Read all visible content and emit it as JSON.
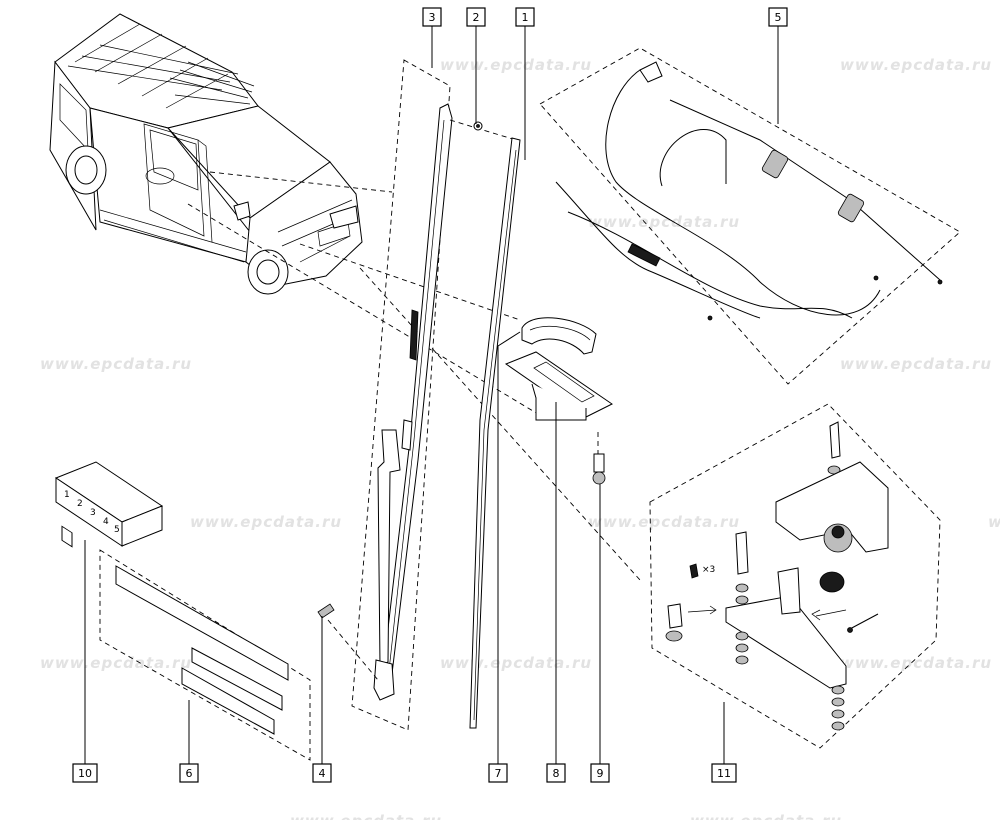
{
  "watermark": "www.epcdata.ru",
  "callouts": [
    {
      "id": "c1",
      "label": "1"
    },
    {
      "id": "c2",
      "label": "2"
    },
    {
      "id": "c3",
      "label": "3"
    },
    {
      "id": "c4",
      "label": "4"
    },
    {
      "id": "c5",
      "label": "5"
    },
    {
      "id": "c6",
      "label": "6"
    },
    {
      "id": "c7",
      "label": "7"
    },
    {
      "id": "c8",
      "label": "8"
    },
    {
      "id": "c9",
      "label": "9"
    },
    {
      "id": "c10",
      "label": "10"
    },
    {
      "id": "c11",
      "label": "11"
    }
  ],
  "qty_note": "×3",
  "label_box_digits": [
    "1",
    "2",
    "3",
    "4",
    "5"
  ]
}
